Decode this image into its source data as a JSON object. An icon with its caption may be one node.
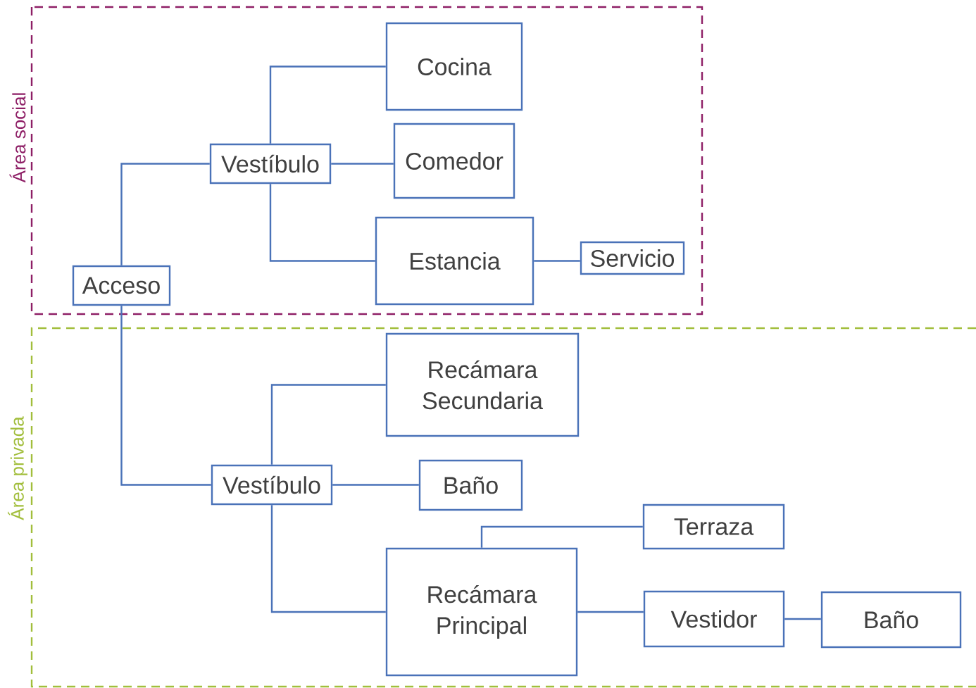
{
  "diagram": {
    "nodes": [
      {
        "text": [
          "Área social"
        ]
      },
      {
        "text": [
          "Acceso"
        ],
        "in": 0
      },
      {
        "text": [
          "Vestíbulo"
        ],
        "in": 0
      },
      {
        "text": [
          "Cocina"
        ],
        "in": 0
      },
      {
        "text": [
          "Comedor"
        ],
        "in": 0
      },
      {
        "text": [
          "Estancia"
        ],
        "in": 0
      },
      {
        "text": [
          "Servicio"
        ],
        "in": 0
      },
      {
        "text": [
          "Área privada"
        ]
      },
      {
        "text": [
          "Vestíbulo"
        ],
        "in": 7
      },
      {
        "text": [
          "Recámara Secundaria"
        ],
        "in": 7
      },
      {
        "text": [
          "Baño"
        ],
        "in": 7
      },
      {
        "text": [
          "Terraza"
        ],
        "in": 7
      },
      {
        "text": [
          "Recámara Principal"
        ],
        "in": 7
      },
      {
        "text": [
          "Vestidor"
        ],
        "in": 7
      },
      {
        "text": [
          "Baño"
        ],
        "in": 7
      }
    ],
    "edges": [
      {
        "from": 1,
        "to": 2,
        "arrow": "none"
      },
      {
        "from": 2,
        "to": 3,
        "arrow": "none"
      },
      {
        "from": 2,
        "to": 4,
        "arrow": "none"
      },
      {
        "from": 2,
        "to": 5,
        "arrow": "none"
      },
      {
        "from": 5,
        "to": 6,
        "arrow": "none"
      },
      {
        "from": 1,
        "to": 8,
        "arrow": "none"
      },
      {
        "from": 8,
        "to": 9,
        "arrow": "none"
      },
      {
        "from": 8,
        "to": 10,
        "arrow": "none"
      },
      {
        "from": 8,
        "to": 12,
        "arrow": "none"
      },
      {
        "from": 12,
        "to": 11,
        "arrow": "none"
      },
      {
        "from": 12,
        "to": 13,
        "arrow": "none"
      },
      {
        "from": 13,
        "to": 14,
        "arrow": "none"
      }
    ]
  }
}
